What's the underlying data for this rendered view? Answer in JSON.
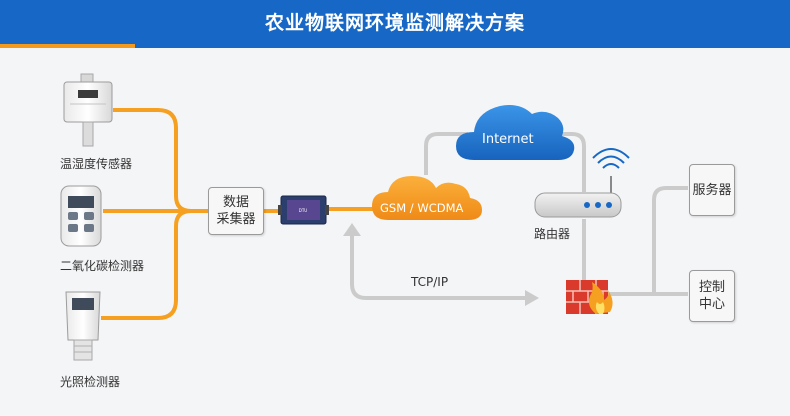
{
  "title": "农业物联网环境监测解决方案",
  "sensors": [
    {
      "label": "温湿度传感器"
    },
    {
      "label": "二氧化碳检测器"
    },
    {
      "label": "光照检测器"
    }
  ],
  "collector": {
    "line1": "数据",
    "line2": "采集器"
  },
  "gsm_cloud": {
    "label": "GSM / WCDMA"
  },
  "internet_cloud": {
    "label": "Internet"
  },
  "router": {
    "label": "路由器"
  },
  "protocol": {
    "label": "TCP/IP"
  },
  "server": {
    "label": "服务器"
  },
  "control": {
    "line1": "控制",
    "line2": "中心"
  },
  "colors": {
    "header": "#1768c6",
    "accent_orange": "#f39a1e",
    "line_gray": "#c9c9c9",
    "cloud_blue": "#2a7fd6",
    "cloud_orange": "#f5a023",
    "firewall_red": "#d93a2b"
  }
}
